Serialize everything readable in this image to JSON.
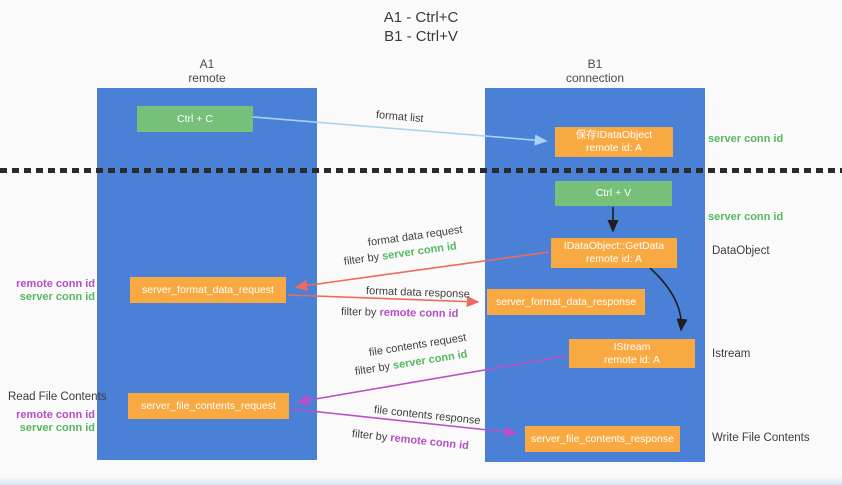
{
  "title": {
    "line1": "A1 - Ctrl+C",
    "line2": "B1 - Ctrl+V"
  },
  "lifelines": {
    "a1": {
      "name": "A1",
      "role": "remote"
    },
    "b1": {
      "name": "B1",
      "role": "connection"
    }
  },
  "nodes": {
    "ctrl_c": {
      "label": "Ctrl + C"
    },
    "ctrl_v": {
      "label": "Ctrl + V"
    },
    "save_dataobject": {
      "line1": "保存IDataObject",
      "line2": "remote id: A"
    },
    "getdata": {
      "line1": "IDataObject::GetData",
      "line2": "remote id: A"
    },
    "istream": {
      "line1": "IStream",
      "line2": "remote id: A"
    },
    "format_request": {
      "label": "server_format_data_request"
    },
    "format_response": {
      "label": "server_format_data_response"
    },
    "file_request": {
      "label": "server_file_contents_request"
    },
    "file_response": {
      "label": "server_file_contents_response"
    }
  },
  "side_labels": {
    "server_conn_id_top": "server conn id",
    "server_conn_id_mid": "server conn id",
    "dataobject": "DataObject",
    "istream": "Istream",
    "write_file_contents": "Write File Contents",
    "read_file_contents": "Read File Contents",
    "remote_conn_id": "remote conn id",
    "server_conn_id": "server conn id"
  },
  "flow_labels": {
    "format_list": "format list",
    "format_data_request": "format data request",
    "format_data_response": "format data response",
    "file_contents_request": "file contents request",
    "file_contents_response": "file contents response",
    "filter_by": "filter by",
    "server_conn_id": "server conn id",
    "remote_conn_id": "remote conn id"
  },
  "colors": {
    "column_blue": "#4a80d5",
    "box_orange": "#f8a942",
    "button_green": "#77c07a",
    "accent_green": "#56b85f",
    "accent_purple": "#b44ec4",
    "arrow_red": "#ed6a5e",
    "arrow_purple": "#bb50c6",
    "arrow_lightblue": "#a9d4ef",
    "arrow_black": "#1f1f1f"
  }
}
